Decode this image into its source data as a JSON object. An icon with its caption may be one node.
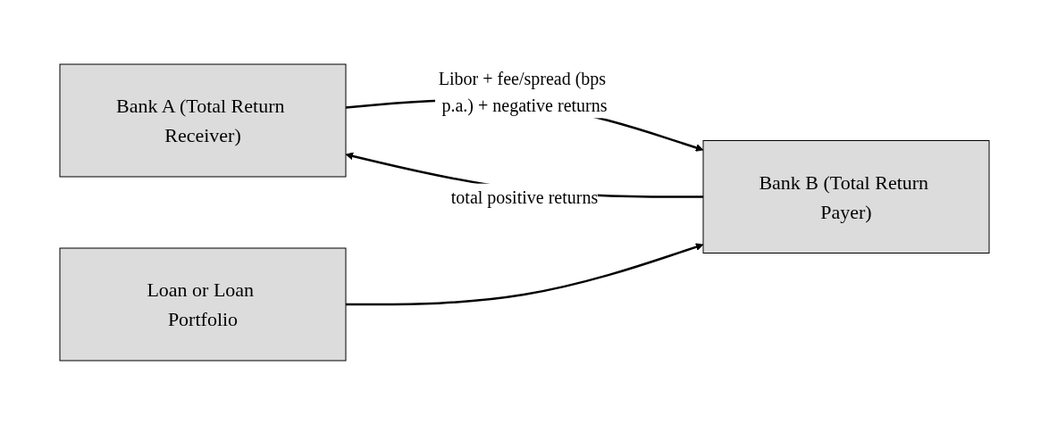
{
  "diagram": {
    "nodes": [
      {
        "text": [
          "Bank A (Total Return Receiver)"
        ]
      },
      {
        "text": [
          "Bank B (Total Return Payer)"
        ]
      },
      {
        "text": [
          "Loan or Loan Portfolio"
        ]
      }
    ],
    "edges": [
      {
        "from": 1,
        "to": 0,
        "arrow": "to",
        "label": "total positive returns"
      },
      {
        "from": 0,
        "to": 1,
        "arrow": "to",
        "label": "Libor + fee/spread (bps p.a.) + negative returns"
      },
      {
        "from": 2,
        "to": 1,
        "arrow": "to"
      }
    ]
  }
}
